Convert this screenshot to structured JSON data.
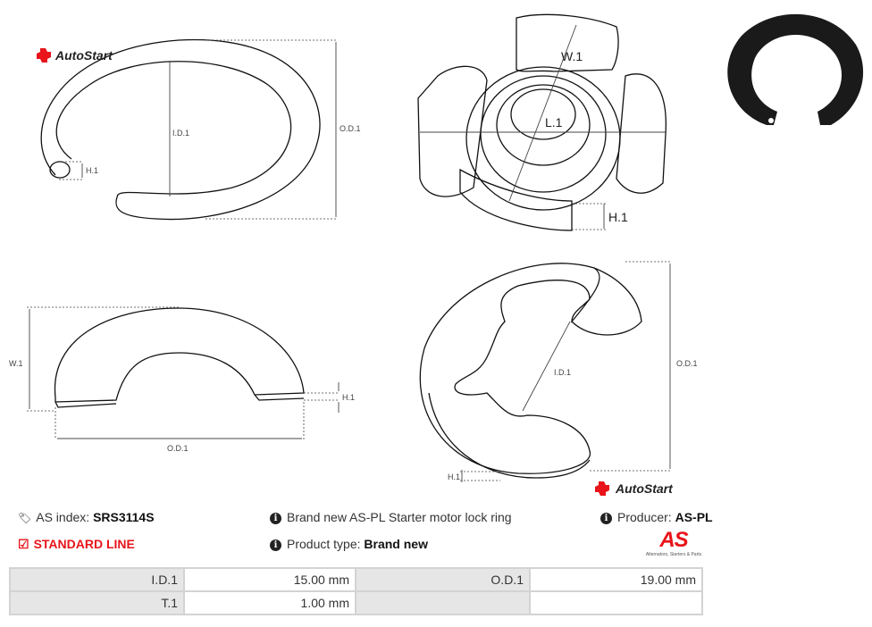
{
  "brand": {
    "logo_text": "AutoStart",
    "accent": "#e8141a"
  },
  "drawings": {
    "ring_top": {
      "id_label": "I.D.1",
      "od_label": "O.D.1",
      "h_label": "H.1"
    },
    "iso_top": {
      "w_label": "W.1",
      "l_label": "L.1",
      "h_label": "H.1"
    },
    "side": {
      "w_label": "W.1",
      "h_label": "H.1",
      "od_label": "O.D.1"
    },
    "front": {
      "id_label": "I.D.1",
      "od_label": "O.D.1",
      "h_label": "H.1"
    }
  },
  "info": {
    "as_index_label": "AS index:",
    "as_index_value": "SRS3114S",
    "line_label": "STANDARD LINE",
    "description": "Brand new AS-PL Starter motor lock ring",
    "product_type_label": "Product type:",
    "product_type_value": "Brand new",
    "producer_label": "Producer:",
    "producer_value": "AS-PL",
    "producer_logo_text": "AS",
    "producer_tagline": "Alternators, Starters & Parts"
  },
  "specs": [
    {
      "label": "I.D.1",
      "value": "15.00 mm",
      "label2": "O.D.1",
      "value2": "19.00 mm"
    },
    {
      "label": "T.1",
      "value": "1.00 mm",
      "label2": "",
      "value2": ""
    }
  ]
}
